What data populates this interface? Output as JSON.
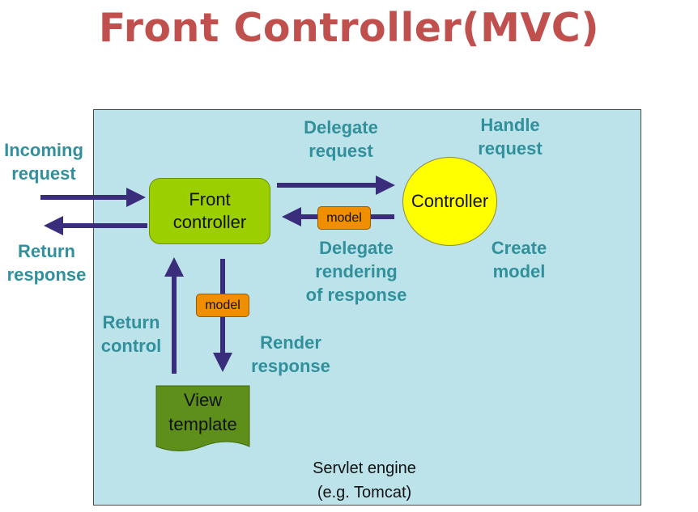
{
  "title": "Front Controller(MVC)",
  "colors": {
    "title": "#c0504d",
    "panel": "#bde3ea",
    "label": "#31909b",
    "arrow": "#3a2d7c",
    "front_controller": "#9bcf00",
    "controller": "#ffff00",
    "model_tag": "#ef8f00",
    "view": "#5e8f1a"
  },
  "nodes": {
    "front_controller": "Front\ncontroller",
    "controller": "Controller",
    "view": "View\ntemplate",
    "model_right": "model",
    "model_down": "model"
  },
  "labels": {
    "incoming": "Incoming\nrequest",
    "return_response": "Return\nresponse",
    "delegate_request": "Delegate\nrequest",
    "handle_request": "Handle\nrequest",
    "create_model": "Create\nmodel",
    "delegate_rendering": "Delegate\nrendering\nof response",
    "return_control": "Return\ncontrol",
    "render_response": "Render\nresponse"
  },
  "servlet_engine": "Servlet engine\n(e.g. Tomcat)"
}
